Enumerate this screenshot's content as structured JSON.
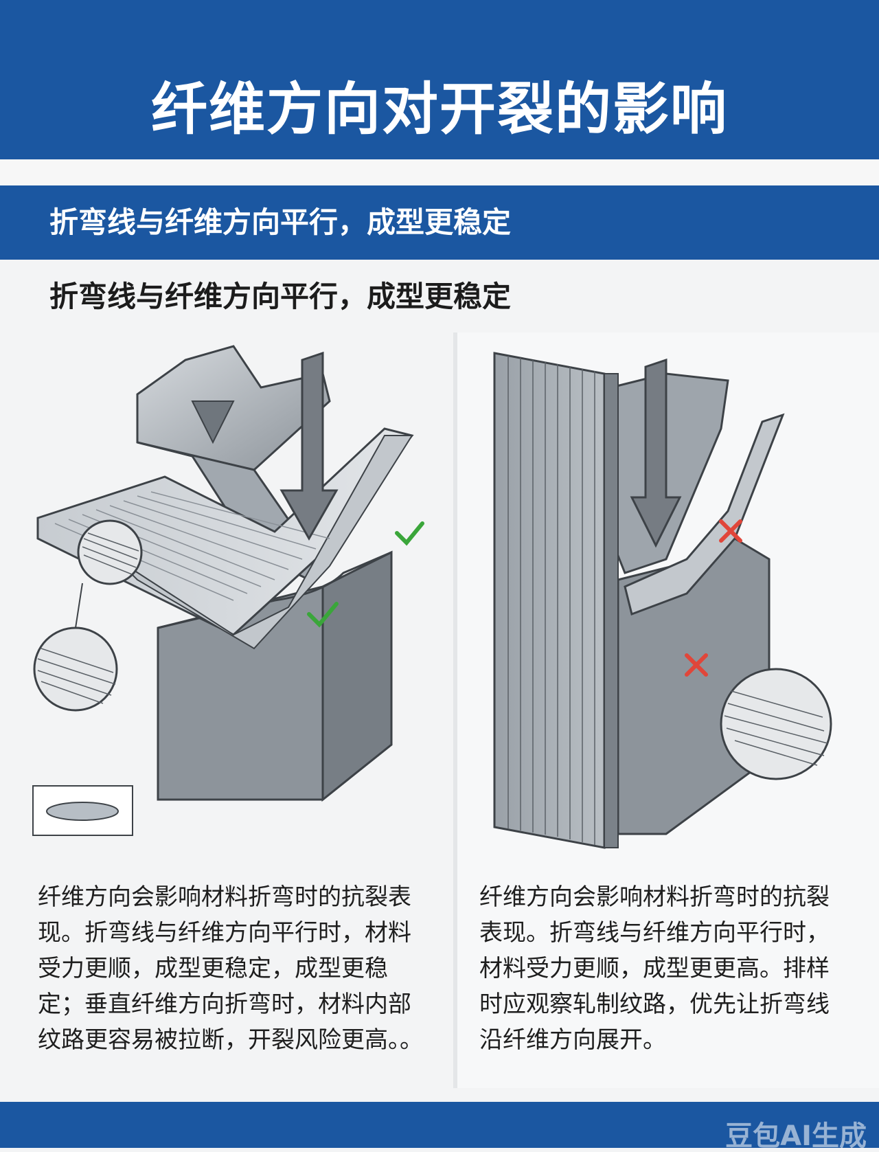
{
  "header": {
    "title": "纤维方向对开裂的影响",
    "subtitle": "折弯线与纤维方向平行，成型更稳定"
  },
  "section": {
    "heading": "折弯线与纤维方向平行，成型更稳定"
  },
  "left_panel": {
    "description": "纤维方向会影响材料折弯时的抗裂表现。折弯线与纤维方向平行时，材料受力更顺，成型更稳定，成型更稳定；垂直纤维方向折弯时，材料内部纹路更容易被拉断，开裂风险更高。。",
    "status_marks": [
      "check-icon",
      "check-icon"
    ]
  },
  "right_panel": {
    "description": "纤维方向会影响材料折弯时的抗裂表现。折弯线与纤维方向平行时，材料受力更顺，成型更更高。排样时应观察轧制纹路，优先让折弯线沿纤维方向展开。",
    "status_marks": [
      "cross-icon",
      "cross-icon"
    ]
  },
  "footer": {
    "watermark": "豆包AI生成"
  },
  "colors": {
    "brand_blue": "#1b57a1",
    "check_green": "#3aa63a",
    "cross_red": "#e0463a",
    "metal": "#9aa1a8"
  }
}
